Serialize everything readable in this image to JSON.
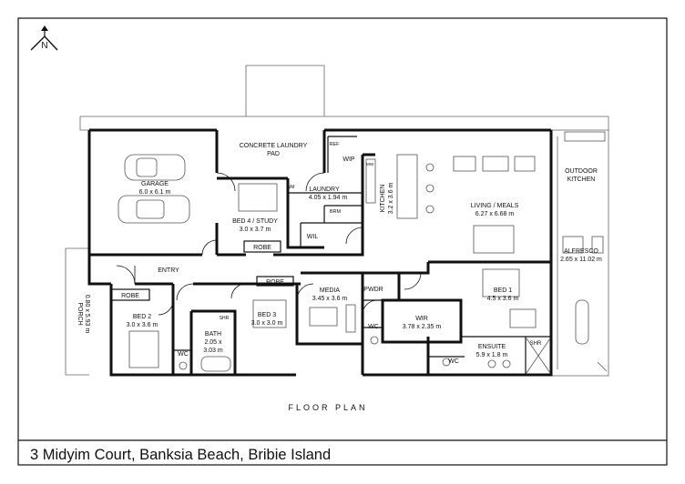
{
  "plan_title": "FLOOR PLAN",
  "address": "3 Midyim Court, Banksia Beach, Bribie Island",
  "north_letter": "N",
  "icons": {
    "north": "north-arrow-icon"
  },
  "colors": {
    "wall": "#111111",
    "line": "#555555",
    "background": "#ffffff"
  },
  "rooms": {
    "garage": {
      "name": "GARAGE",
      "dim": "6.0 x 6.1 m"
    },
    "laundry_pad": {
      "line1": "CONCRETE LAUNDRY",
      "line2": "PAD"
    },
    "laundry": {
      "name": "LAUNDRY",
      "dim": "4.05 x 1.94 m"
    },
    "bed4": {
      "name": "BED 4 / STUDY",
      "dim": "3.0 x 3.7 m"
    },
    "kitchen": {
      "name": "KITCHEN",
      "dim": "3.2 x 3.6 m"
    },
    "living": {
      "name": "LIVING / MEALS",
      "dim": "6.27 x 6.68 m"
    },
    "outdoor_kitchen": {
      "line1": "OUTDOOR",
      "line2": "KITCHEN"
    },
    "alfresco": {
      "name": "ALFRESCO",
      "dim": "2.65 x 11.02 m"
    },
    "entry": {
      "name": "ENTRY"
    },
    "porch": {
      "name": "PORCH",
      "dim": "0.80 x 5.93 m"
    },
    "bed2": {
      "name": "BED 2",
      "dim": "3.0 x 3.6 m"
    },
    "bath": {
      "name": "BATH",
      "dim1": "2.05 x",
      "dim2": "3.03 m"
    },
    "bed3": {
      "name": "BED 3",
      "dim": "3.0 x 3.0 m"
    },
    "media": {
      "name": "MEDIA",
      "dim": "3.45 x 3.6 m"
    },
    "bed1": {
      "name": "BED 1",
      "dim": "4.5 x 3.6 m"
    },
    "wir": {
      "name": "WIR",
      "dim": "3.78 x 2.35 m"
    },
    "ensuite": {
      "name": "ENSUITE",
      "dim": "5.9 x 1.8 m"
    }
  },
  "labels": {
    "ref": "REF",
    "wip": "WIP",
    "mw": "MW",
    "wm": "WM",
    "brm": "BRM",
    "wil": "WIL",
    "robe": "ROBE",
    "wc": "WC",
    "shr": "SHR",
    "pwdr": "PWDR"
  }
}
